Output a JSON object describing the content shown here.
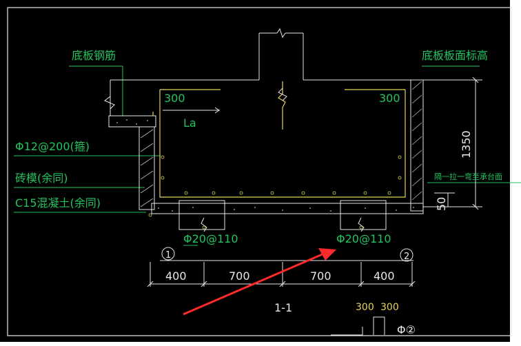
{
  "labels": {
    "base_rebar": "底板钢筋",
    "top_elev": "底板板面标高",
    "rebar_stirrup": "Φ12@200(箍)",
    "brick_form": "砖模(余同)",
    "c15": "C15混凝土(余同)",
    "rebar_left_label": "Φ20@110",
    "rebar_right_label": "Φ20@110",
    "note_right": "隔一拉一弯至承台面",
    "section": "1-1",
    "legend_12": "Φ②"
  },
  "dimensions": {
    "left_300": "300",
    "right_300": "300",
    "la": "La",
    "h_1350": "1350",
    "h_50": "50",
    "d1": "400",
    "d2": "700",
    "d3": "700",
    "d4": "400",
    "legend_300a": "300",
    "legend_300b": "300"
  },
  "markers": {
    "axis_1": "1",
    "axis_2": "2"
  },
  "colors": {
    "background": "#000000",
    "frame": "#ffffff",
    "green": "#22c55e",
    "yellow": "#e6d35a",
    "white": "#e8e8e8",
    "red_arrow": "#ff2a2a"
  }
}
